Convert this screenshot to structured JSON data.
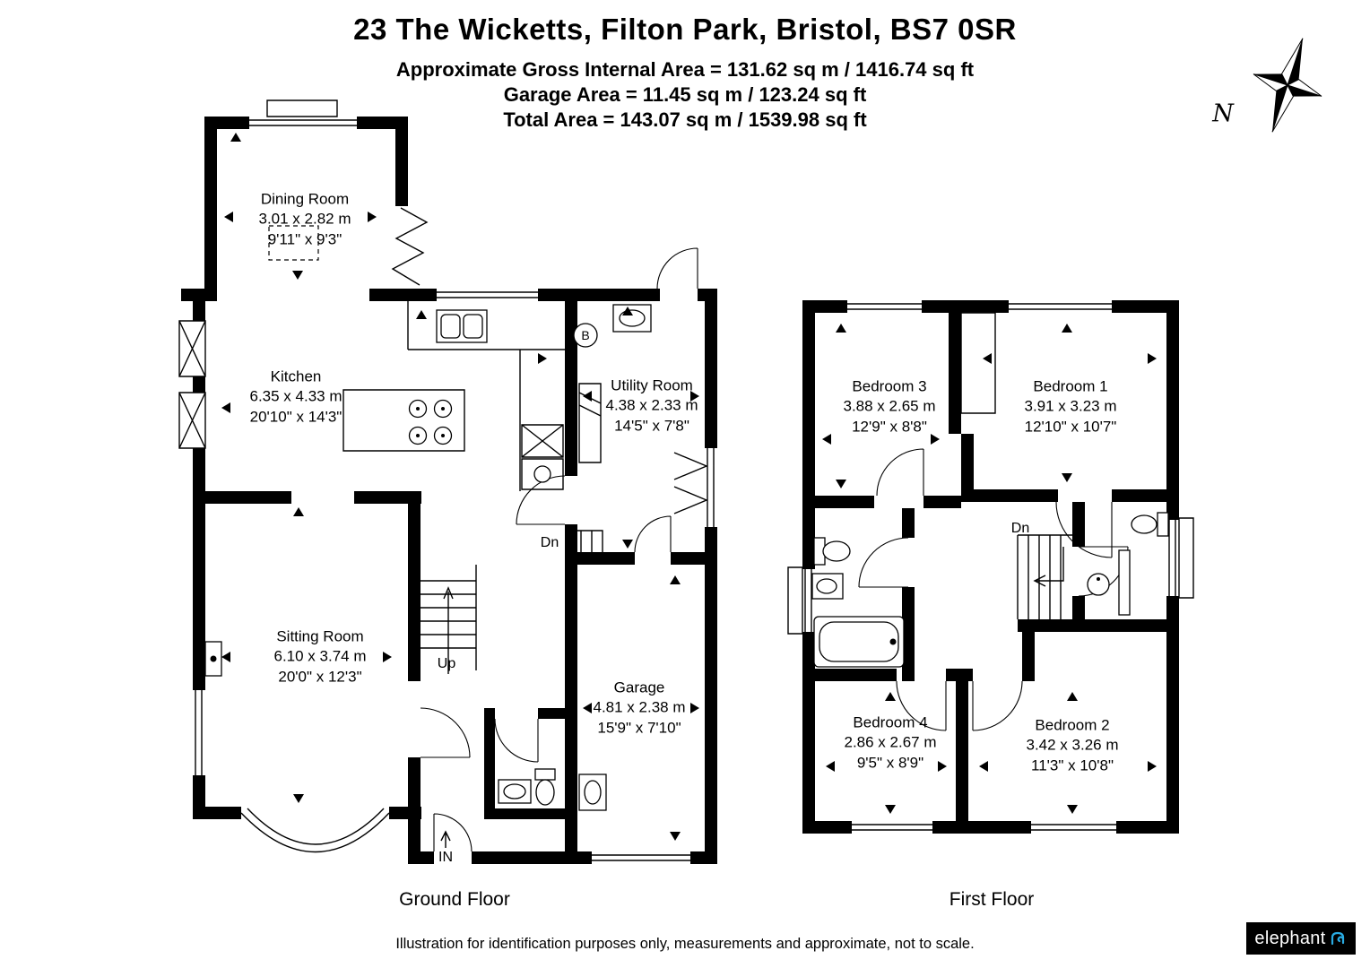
{
  "header": {
    "title": "23 The Wicketts, Filton Park, Bristol, BS7 0SR",
    "area_lines": [
      "Approximate Gross Internal Area = 131.62 sq m / 1416.74 sq ft",
      "Garage Area = 11.45 sq m / 123.24 sq ft",
      "Total Area = 143.07 sq m / 1539.98 sq ft"
    ]
  },
  "compass": {
    "north_label": "N"
  },
  "floors": {
    "ground": {
      "label": "Ground Floor",
      "rooms": {
        "dining": {
          "name": "Dining Room",
          "metric": "3.01 x 2.82 m",
          "imperial": "9'11\" x 9'3\""
        },
        "kitchen": {
          "name": "Kitchen",
          "metric": "6.35 x 4.33 m",
          "imperial": "20'10\" x 14'3\""
        },
        "utility": {
          "name": "Utility Room",
          "metric": "4.38 x 2.33 m",
          "imperial": "14'5\" x 7'8\""
        },
        "sitting": {
          "name": "Sitting Room",
          "metric": "6.10 x 3.74 m",
          "imperial": "20'0\" x 12'3\""
        },
        "garage": {
          "name": "Garage",
          "metric": "4.81 x 2.38 m",
          "imperial": "15'9\" x 7'10\""
        }
      },
      "annotations": {
        "up": "Up",
        "dn": "Dn",
        "in": "IN",
        "boiler": "B"
      }
    },
    "first": {
      "label": "First Floor",
      "rooms": {
        "bedroom3": {
          "name": "Bedroom 3",
          "metric": "3.88 x 2.65 m",
          "imperial": "12'9\" x 8'8\""
        },
        "bedroom1": {
          "name": "Bedroom 1",
          "metric": "3.91 x 3.23 m",
          "imperial": "12'10\" x 10'7\""
        },
        "bedroom4": {
          "name": "Bedroom 4",
          "metric": "2.86 x 2.67 m",
          "imperial": "9'5\" x 8'9\""
        },
        "bedroom2": {
          "name": "Bedroom 2",
          "metric": "3.42 x 3.26 m",
          "imperial": "11'3\" x 10'8\""
        }
      },
      "annotations": {
        "dn": "Dn"
      }
    }
  },
  "footer": {
    "disclaimer": "Illustration for identification purposes only, measurements and approximate, not to scale.",
    "brand": "elephant",
    "brand_color": "#29abe2"
  }
}
